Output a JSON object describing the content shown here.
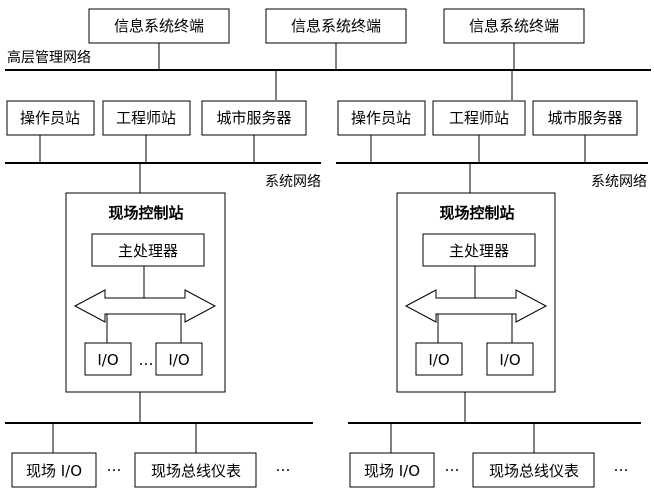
{
  "top": {
    "terminals": [
      "信息系统终端",
      "信息系统终端",
      "信息系统终端"
    ],
    "network_label": "高层管理网络"
  },
  "left": {
    "stations": [
      "操作员站",
      "工程师站",
      "城市服务器"
    ],
    "network_label": "系统网络",
    "control_station_title": "现场控制站",
    "processor_label": "主处理器",
    "io_modules": [
      "I/O",
      "I/O"
    ],
    "io_ellipsis": "…",
    "field_io": "现场 I/O",
    "field_bus_instrument": "现场总线仪表",
    "field_ellipsis_1": "…",
    "field_ellipsis_2": "…"
  },
  "right": {
    "stations": [
      "操作员站",
      "工程师站",
      "城市服务器"
    ],
    "network_label": "系统网络",
    "control_station_title": "现场控制站",
    "processor_label": "主处理器",
    "io_modules": [
      "I/O",
      "I/O"
    ],
    "field_io": "现场 I/O",
    "field_bus_instrument": "现场总线仪表",
    "field_ellipsis_1": "…",
    "field_ellipsis_2": "…"
  }
}
